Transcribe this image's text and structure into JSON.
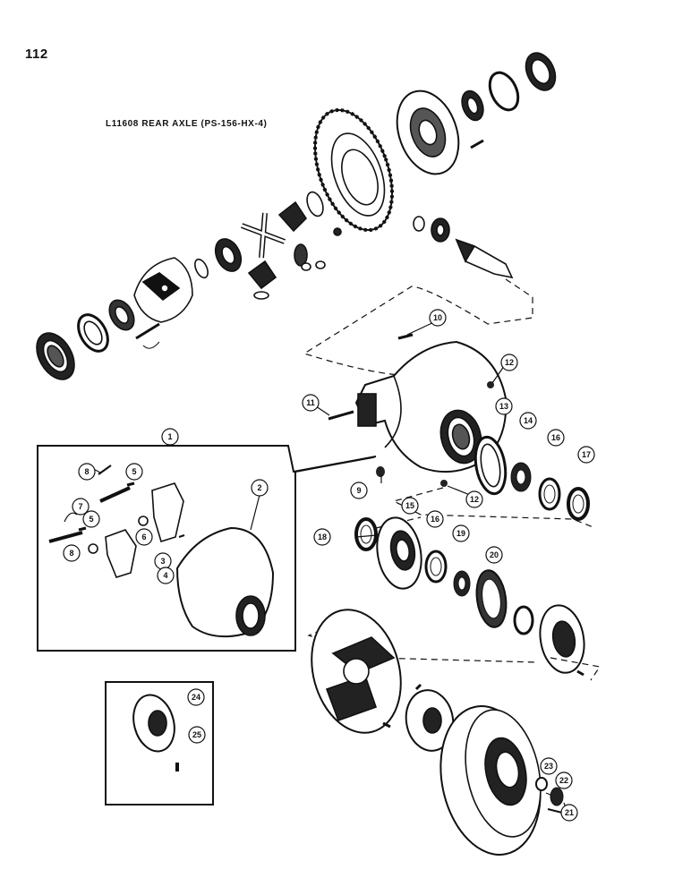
{
  "page_number": "112",
  "title": "L11608 REAR AXLE (PS-156-HX-4)",
  "callouts": [
    {
      "id": "c1",
      "label": "1"
    },
    {
      "id": "c2",
      "label": "2"
    },
    {
      "id": "c3",
      "label": "3"
    },
    {
      "id": "c4",
      "label": "4"
    },
    {
      "id": "c5a",
      "label": "5"
    },
    {
      "id": "c5b",
      "label": "5"
    },
    {
      "id": "c6a",
      "label": "6"
    },
    {
      "id": "c6b",
      "label": "6"
    },
    {
      "id": "c7",
      "label": "7"
    },
    {
      "id": "c8a",
      "label": "8"
    },
    {
      "id": "c8b",
      "label": "8"
    },
    {
      "id": "c9",
      "label": "9"
    },
    {
      "id": "c10",
      "label": "10"
    },
    {
      "id": "c11",
      "label": "11"
    },
    {
      "id": "c12a",
      "label": "12"
    },
    {
      "id": "c12b",
      "label": "12"
    },
    {
      "id": "c13",
      "label": "13"
    },
    {
      "id": "c14",
      "label": "14"
    },
    {
      "id": "c15",
      "label": "15"
    },
    {
      "id": "c16a",
      "label": "16"
    },
    {
      "id": "c16b",
      "label": "16"
    },
    {
      "id": "c17",
      "label": "17"
    },
    {
      "id": "c18",
      "label": "18"
    },
    {
      "id": "c19",
      "label": "19"
    },
    {
      "id": "c20",
      "label": "20"
    },
    {
      "id": "c21",
      "label": "21"
    },
    {
      "id": "c22",
      "label": "22"
    },
    {
      "id": "c23",
      "label": "23"
    },
    {
      "id": "c24",
      "label": "24"
    },
    {
      "id": "c25",
      "label": "25"
    }
  ]
}
